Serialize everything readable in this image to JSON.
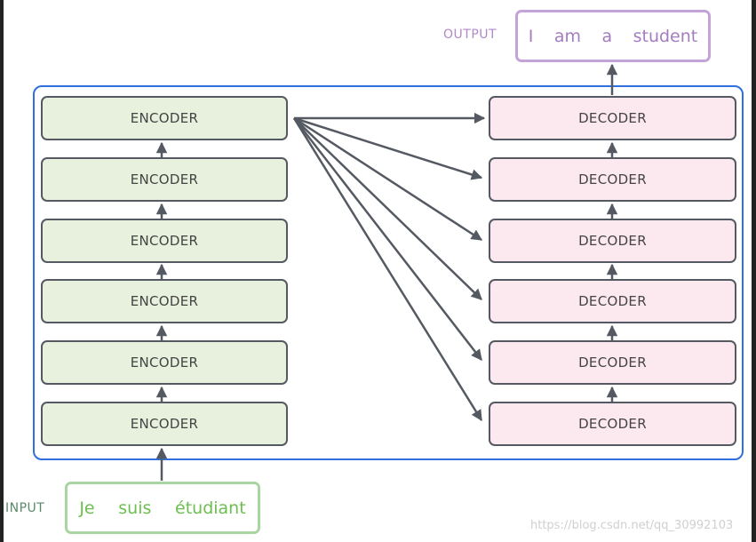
{
  "input": {
    "label": "INPUT",
    "words": [
      "Je",
      "suis",
      "étudiant"
    ]
  },
  "output": {
    "label": "OUTPUT",
    "words": [
      "I",
      "am",
      "a",
      "student"
    ]
  },
  "encoders": [
    {
      "label": "ENCODER"
    },
    {
      "label": "ENCODER"
    },
    {
      "label": "ENCODER"
    },
    {
      "label": "ENCODER"
    },
    {
      "label": "ENCODER"
    },
    {
      "label": "ENCODER"
    }
  ],
  "decoders": [
    {
      "label": "DECODER"
    },
    {
      "label": "DECODER"
    },
    {
      "label": "DECODER"
    },
    {
      "label": "DECODER"
    },
    {
      "label": "DECODER"
    },
    {
      "label": "DECODER"
    }
  ],
  "watermark": "https://blog.csdn.net/qq_30992103",
  "colors": {
    "container": "#2f6fe0",
    "encoder_fill": "#e8f1de",
    "decoder_fill": "#fce8ef",
    "arrow": "#555a62",
    "input_text": "#6bbf4f",
    "output_text": "#a47cc0"
  }
}
